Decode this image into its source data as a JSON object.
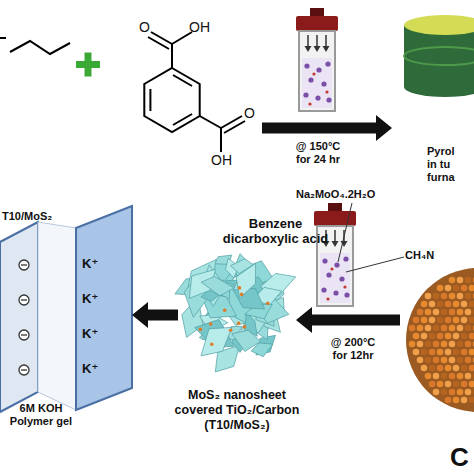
{
  "diagram": {
    "nodes": [
      {
        "text": [
          "Benzene dicarboxylic acid"
        ]
      },
      {
        "text": [
          "Pyrol in tu furna"
        ]
      },
      {
        "text": [
          "T10/MoS₂",
          "6M KOH Polymer gel"
        ]
      },
      {
        "text": [
          "MoS₂ nanosheet covered TiO₂/Carbon (T10/MoS₂)"
        ]
      },
      {
        "text": [
          "C"
        ]
      }
    ],
    "edges": [
      {
        "from": 0,
        "to": 1,
        "arrow": "to"
      },
      {
        "from": 4,
        "to": 3,
        "arrow": "to"
      },
      {
        "from": 3,
        "to": 2,
        "arrow": "to"
      }
    ],
    "labels": [
      "O",
      "OH",
      "O",
      "OH",
      "@ 150°C for 24 hr",
      "Na₂MoO₄.2H₂O",
      "CH₄N",
      "@ 200°C for 12hr",
      "K⁺",
      "K⁺",
      "K⁺",
      "K⁺"
    ]
  }
}
